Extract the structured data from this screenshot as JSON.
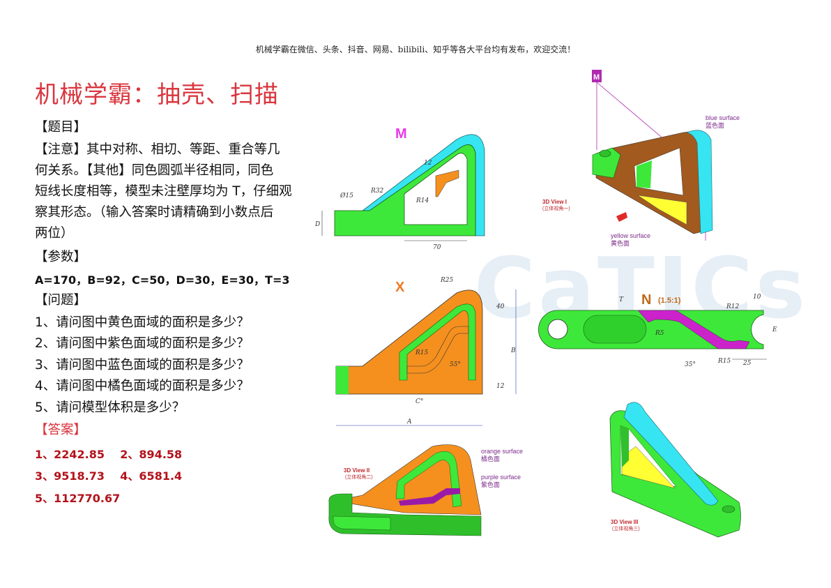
{
  "caption": "机械学霸在微信、头条、抖音、网易、bilibili、知乎等各大平台均有发布，欢迎交流！",
  "title": "机械学霸：抽壳、扫描",
  "watermark": "CaTICs",
  "text": {
    "topic_head": "【题目】",
    "lines": [
      "【注意】其中对称、相切、等距、重合等几",
      "何关系。【其他】同色圆弧半径相同，同色",
      "短线长度相等，模型未注壁厚均为 T，仔细观",
      "察其形态。（输入答案时请精确到小数点后",
      "两位）"
    ],
    "params_head": "【参数】",
    "params": "A=170，B=92，C=50，D=30，E=30，T=3",
    "questions_head": "【问题】",
    "questions": [
      "1、请问图中黄色面域的面积是多少？",
      "2、请问图中紫色面域的面积是多少？",
      "3、请问图中蓝色面域的面积是多少？",
      "4、请问图中橘色面域的面积是多少？",
      "5、请问模型体积是多少？"
    ],
    "answers_head": "【答案】",
    "answers": [
      "1、2242.85    2、894.58",
      "3、9518.73    4、6581.4",
      "5、112770.67"
    ]
  },
  "views": {
    "m": {
      "label": "M",
      "dims": [
        "Ø15",
        "R32",
        "12",
        "R14",
        "D",
        "70"
      ]
    },
    "x": {
      "label": "X",
      "dims": [
        "R25",
        "40",
        "R15",
        "55°",
        "B",
        "12",
        "C°",
        "A"
      ]
    },
    "n": {
      "label": "N",
      "scale": "(1.5:1)",
      "dims": [
        "T",
        "R5",
        "R12",
        "10",
        "E",
        "35°",
        "R15",
        "25"
      ]
    },
    "v1": {
      "title": "3D View I",
      "sub": "(立体视角一)",
      "blue_en": "blue surface",
      "blue_cn": "蓝色面",
      "yellow_en": "yellow surface",
      "yellow_cn": "黄色面",
      "marker": "M"
    },
    "v2": {
      "title": "3D View II",
      "sub": "(立体视角二)",
      "orange_en": "orange surface",
      "orange_cn": "橘色面",
      "purple_en": "purple surface",
      "purple_cn": "紫色面"
    },
    "v3": {
      "title": "3D View III",
      "sub": "(立体视角三)"
    }
  },
  "colors": {
    "green": "#3ee83a",
    "blue": "#37e4f2",
    "orange": "#f5901e",
    "purple": "#cc22cc",
    "yellow": "#ffff33",
    "title_red": "#d9363e"
  }
}
